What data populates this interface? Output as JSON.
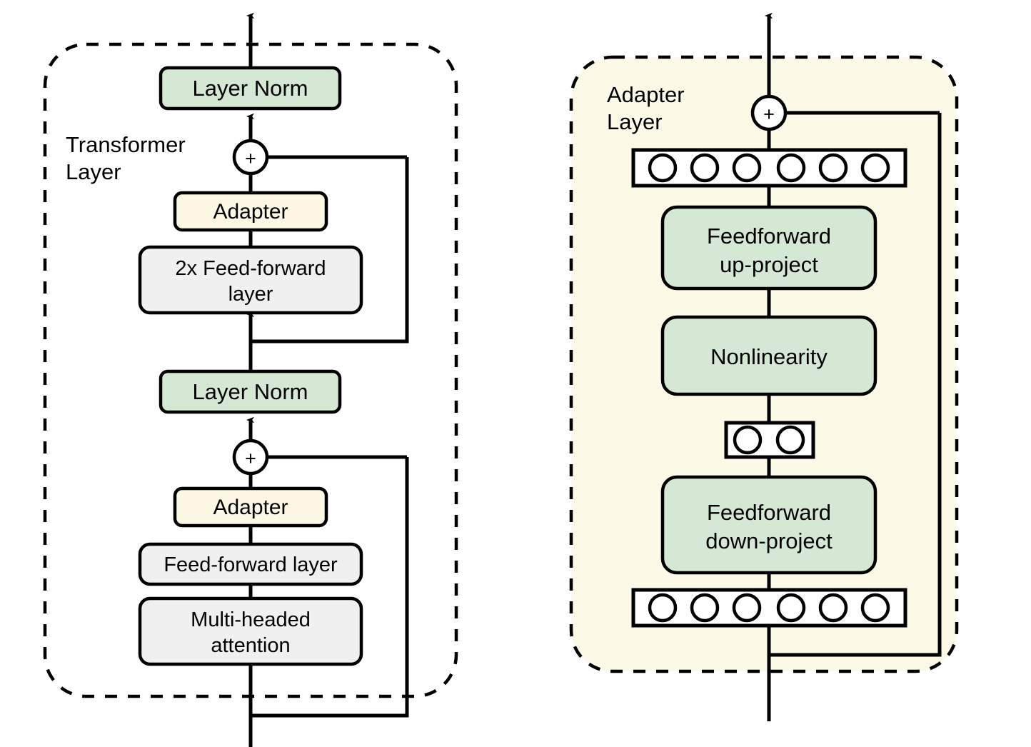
{
  "figure": {
    "title": "Adapter architecture in a Transformer layer",
    "background_color": "#ffffff",
    "stroke_color": "#000000"
  },
  "palette": {
    "green_fill": "#d5e8d4",
    "yellow_fill": "#fdf8e3",
    "gray_fill": "#f0f0f0",
    "white_fill": "#ffffff",
    "panel_fill": "#fdf9e7",
    "stroke": "#000000"
  },
  "panels": [
    {
      "id": "transformer-layer",
      "label": "Transformer\nLayer",
      "label_line1": "Transformer",
      "label_line2": "Layer",
      "fill": "#ffffff",
      "border_style": "dashed"
    },
    {
      "id": "adapter-layer",
      "label": "Adapter\nLayer",
      "label_line1": "Adapter",
      "label_line2": "Layer",
      "fill": "#fdf9e7",
      "border_style": "dashed"
    }
  ],
  "left_panel": {
    "panel_label_line1": "Transformer",
    "panel_label_line2": "Layer",
    "blocks": [
      {
        "id": "layer-norm-top",
        "label": "Layer Norm",
        "fill": "green",
        "lines": [
          "Layer Norm"
        ]
      },
      {
        "id": "add-top",
        "label": "+",
        "fill": "white",
        "shape": "circle"
      },
      {
        "id": "adapter-top",
        "label": "Adapter",
        "fill": "yellow",
        "lines": [
          "Adapter"
        ]
      },
      {
        "id": "feed-forward-2x",
        "label": "2x Feed-forward layer",
        "fill": "gray",
        "lines": [
          "2x Feed-forward",
          "layer"
        ]
      },
      {
        "id": "layer-norm-mid",
        "label": "Layer Norm",
        "fill": "green",
        "lines": [
          "Layer Norm"
        ]
      },
      {
        "id": "add-bottom",
        "label": "+",
        "fill": "white",
        "shape": "circle"
      },
      {
        "id": "adapter-bottom",
        "label": "Adapter",
        "fill": "yellow",
        "lines": [
          "Adapter"
        ]
      },
      {
        "id": "feed-forward-layer",
        "label": "Feed-forward layer",
        "fill": "gray",
        "lines": [
          "Feed-forward layer"
        ]
      },
      {
        "id": "multi-headed-attention",
        "label": "Multi-headed attention",
        "fill": "gray",
        "lines": [
          "Multi-headed",
          "attention"
        ]
      }
    ],
    "plus_symbol": "+"
  },
  "right_panel": {
    "panel_label_line1": "Adapter",
    "panel_label_line2": "Layer",
    "plus_symbol": "+",
    "blocks": [
      {
        "id": "add-adapter",
        "label": "+",
        "fill": "white",
        "shape": "circle"
      },
      {
        "id": "neurons-output",
        "label": "output neurons",
        "fill": "white",
        "neuron_count": 6
      },
      {
        "id": "feedforward-up-project",
        "label": "Feedforward up-project",
        "fill": "green",
        "lines": [
          "Feedforward",
          "up-project"
        ]
      },
      {
        "id": "nonlinearity",
        "label": "Nonlinearity",
        "fill": "green",
        "lines": [
          "Nonlinearity"
        ]
      },
      {
        "id": "neurons-bottleneck",
        "label": "bottleneck neurons",
        "fill": "white",
        "neuron_count": 2
      },
      {
        "id": "feedforward-down-project",
        "label": "Feedforward down-project",
        "fill": "green",
        "lines": [
          "Feedforward",
          "down-project"
        ]
      },
      {
        "id": "neurons-input",
        "label": "input neurons",
        "fill": "white",
        "neuron_count": 6
      }
    ]
  },
  "labels": {
    "layer_norm": "Layer Norm",
    "adapter": "Adapter",
    "feed_forward_2x_line1": "2x Feed-forward",
    "feed_forward_2x_line2": "layer",
    "feed_forward_layer": "Feed-forward layer",
    "multi_headed_line1": "Multi-headed",
    "multi_headed_line2": "attention",
    "transformer_line1": "Transformer",
    "transformer_line2": "Layer",
    "adapter_layer_line1": "Adapter",
    "adapter_layer_line2": "Layer",
    "feedforward_up_line1": "Feedforward",
    "feedforward_up_line2": "up-project",
    "nonlinearity": "Nonlinearity",
    "feedforward_down_line1": "Feedforward",
    "feedforward_down_line2": "down-project",
    "plus": "+"
  }
}
